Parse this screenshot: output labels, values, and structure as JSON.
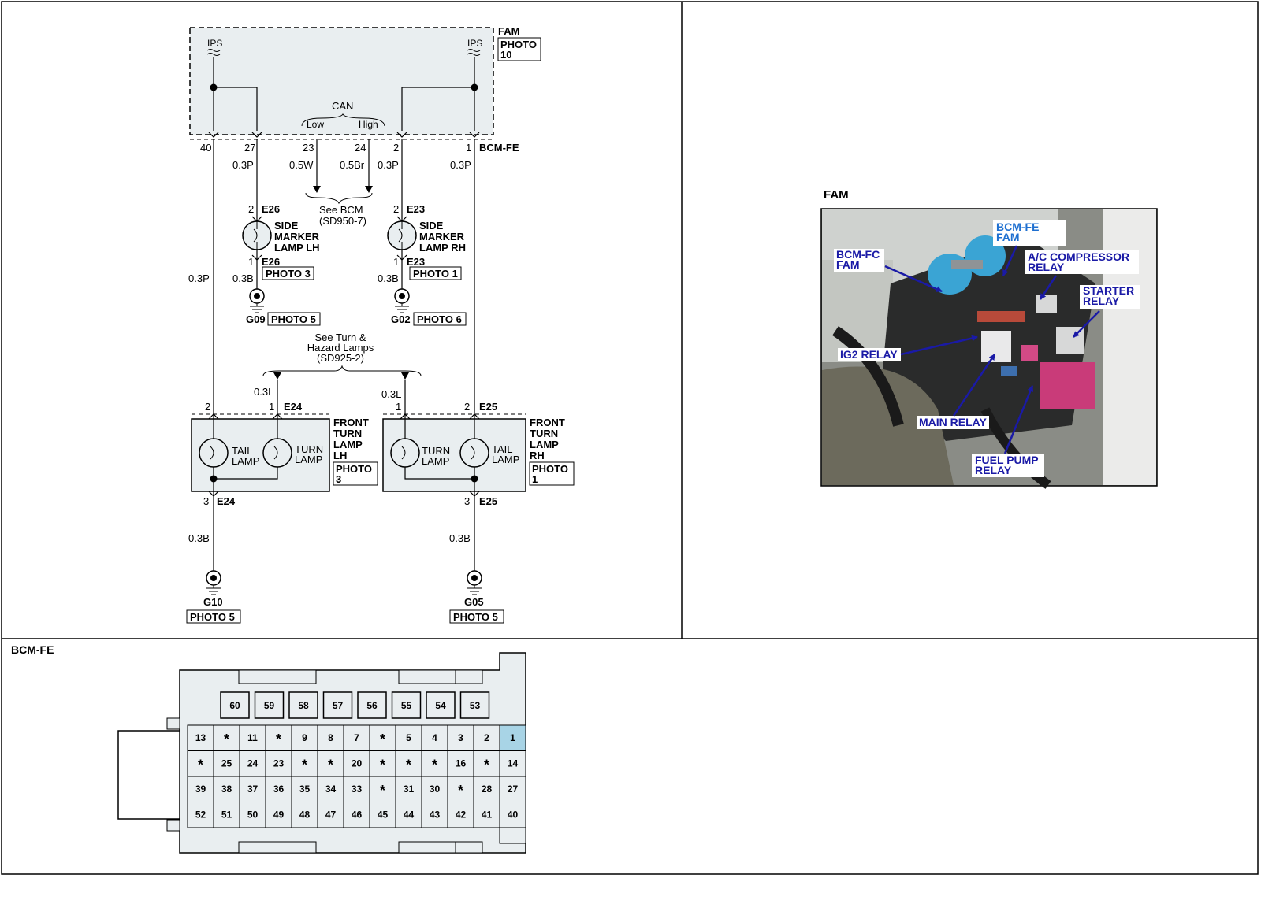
{
  "colors": {
    "module_fill": "#e9eef0",
    "pin_fill": "#e9eef0",
    "pin1_fill": "#a8d4e6",
    "label_blue": "#1a1aa6",
    "label_lightblue": "#1e6fd0"
  },
  "fam": {
    "title": "FAM",
    "photo_line1": "PHOTO",
    "photo_line2": "10",
    "ips_left": "IPS",
    "ips_right": "IPS",
    "can": "CAN",
    "can_low": "Low",
    "can_high": "High",
    "connector": "BCM-FE",
    "pins": [
      "40",
      "27",
      "23",
      "24",
      "2",
      "1"
    ],
    "wires": [
      "0.3P",
      "0.5W",
      "0.5Br",
      "0.3P",
      "0.3P"
    ],
    "see_bcm_line1": "See BCM",
    "see_bcm_line2": "(SD950-7)"
  },
  "side_lh": {
    "pin_top": "2",
    "conn_top": "E26",
    "name_line1": "SIDE",
    "name_line2": "MARKER",
    "name_line3": "LAMP LH",
    "pin_bottom": "1",
    "conn_bottom": "E26",
    "photo": "PHOTO 3",
    "wire_in": "0.3P",
    "wire_out": "0.3B",
    "ground": "G09",
    "ground_photo": "PHOTO 5"
  },
  "side_rh": {
    "pin_top": "2",
    "conn_top": "E23",
    "name_line1": "SIDE",
    "name_line2": "MARKER",
    "name_line3": "LAMP RH",
    "pin_bottom": "1",
    "conn_bottom": "E23",
    "photo": "PHOTO 1",
    "wire_out": "0.3B",
    "ground": "G02",
    "ground_photo": "PHOTO 6"
  },
  "turn_ref": {
    "line1": "See Turn &",
    "line2": "Hazard Lamps",
    "line3": "(SD925-2)"
  },
  "front_lh": {
    "wire_tail": "0.3P",
    "wire_turn": "0.3L",
    "pin_tail": "2",
    "pin_turn": "1",
    "conn": "E24",
    "tail_line1": "TAIL",
    "tail_line2": "LAMP",
    "turn_line1": "TURN",
    "turn_line2": "LAMP",
    "name_line1": "FRONT",
    "name_line2": "TURN",
    "name_line3": "LAMP",
    "name_line4": "LH",
    "photo_line1": "PHOTO",
    "photo_line2": "3",
    "pin_ground": "3",
    "conn_ground": "E24",
    "wire_ground": "0.3B",
    "ground": "G10",
    "ground_photo": "PHOTO 5"
  },
  "front_rh": {
    "wire_turn": "0.3L",
    "pin_tail": "2",
    "pin_turn": "1",
    "conn": "E25",
    "tail_line1": "TAIL",
    "tail_line2": "LAMP",
    "turn_line1": "TURN",
    "turn_line2": "LAMP",
    "name_line1": "FRONT",
    "name_line2": "TURN",
    "name_line3": "LAMP",
    "name_line4": "RH",
    "photo_line1": "PHOTO",
    "photo_line2": "1",
    "pin_ground": "3",
    "conn_ground": "E25",
    "wire_ground": "0.3B",
    "ground": "G05",
    "ground_photo": "PHOTO 5"
  },
  "photo_panel": {
    "title": "FAM",
    "labels": {
      "bcm_fe_1": "BCM-FE",
      "bcm_fe_2": "FAM",
      "bcm_fc_1": "BCM-FC",
      "bcm_fc_2": "FAM",
      "ac_1": "A/C COMPRESSOR",
      "ac_2": "RELAY",
      "starter_1": "STARTER",
      "starter_2": "RELAY",
      "ig2": "IG2 RELAY",
      "main": "MAIN RELAY",
      "fuel_1": "FUEL PUMP",
      "fuel_2": "RELAY"
    }
  },
  "connector_panel": {
    "title": "BCM-FE",
    "top_row": [
      "60",
      "59",
      "58",
      "57",
      "56",
      "55",
      "54",
      "53"
    ],
    "rows": [
      [
        "13",
        "*",
        "11",
        "*",
        "9",
        "8",
        "7",
        "*",
        "5",
        "4",
        "3",
        "2",
        "1"
      ],
      [
        "*",
        "25",
        "24",
        "23",
        "*",
        "*",
        "20",
        "*",
        "*",
        "*",
        "16",
        "*",
        "14"
      ],
      [
        "39",
        "38",
        "37",
        "36",
        "35",
        "34",
        "33",
        "*",
        "31",
        "30",
        "*",
        "28",
        "27"
      ],
      [
        "52",
        "51",
        "50",
        "49",
        "48",
        "47",
        "46",
        "45",
        "44",
        "43",
        "42",
        "41",
        "40"
      ]
    ]
  }
}
